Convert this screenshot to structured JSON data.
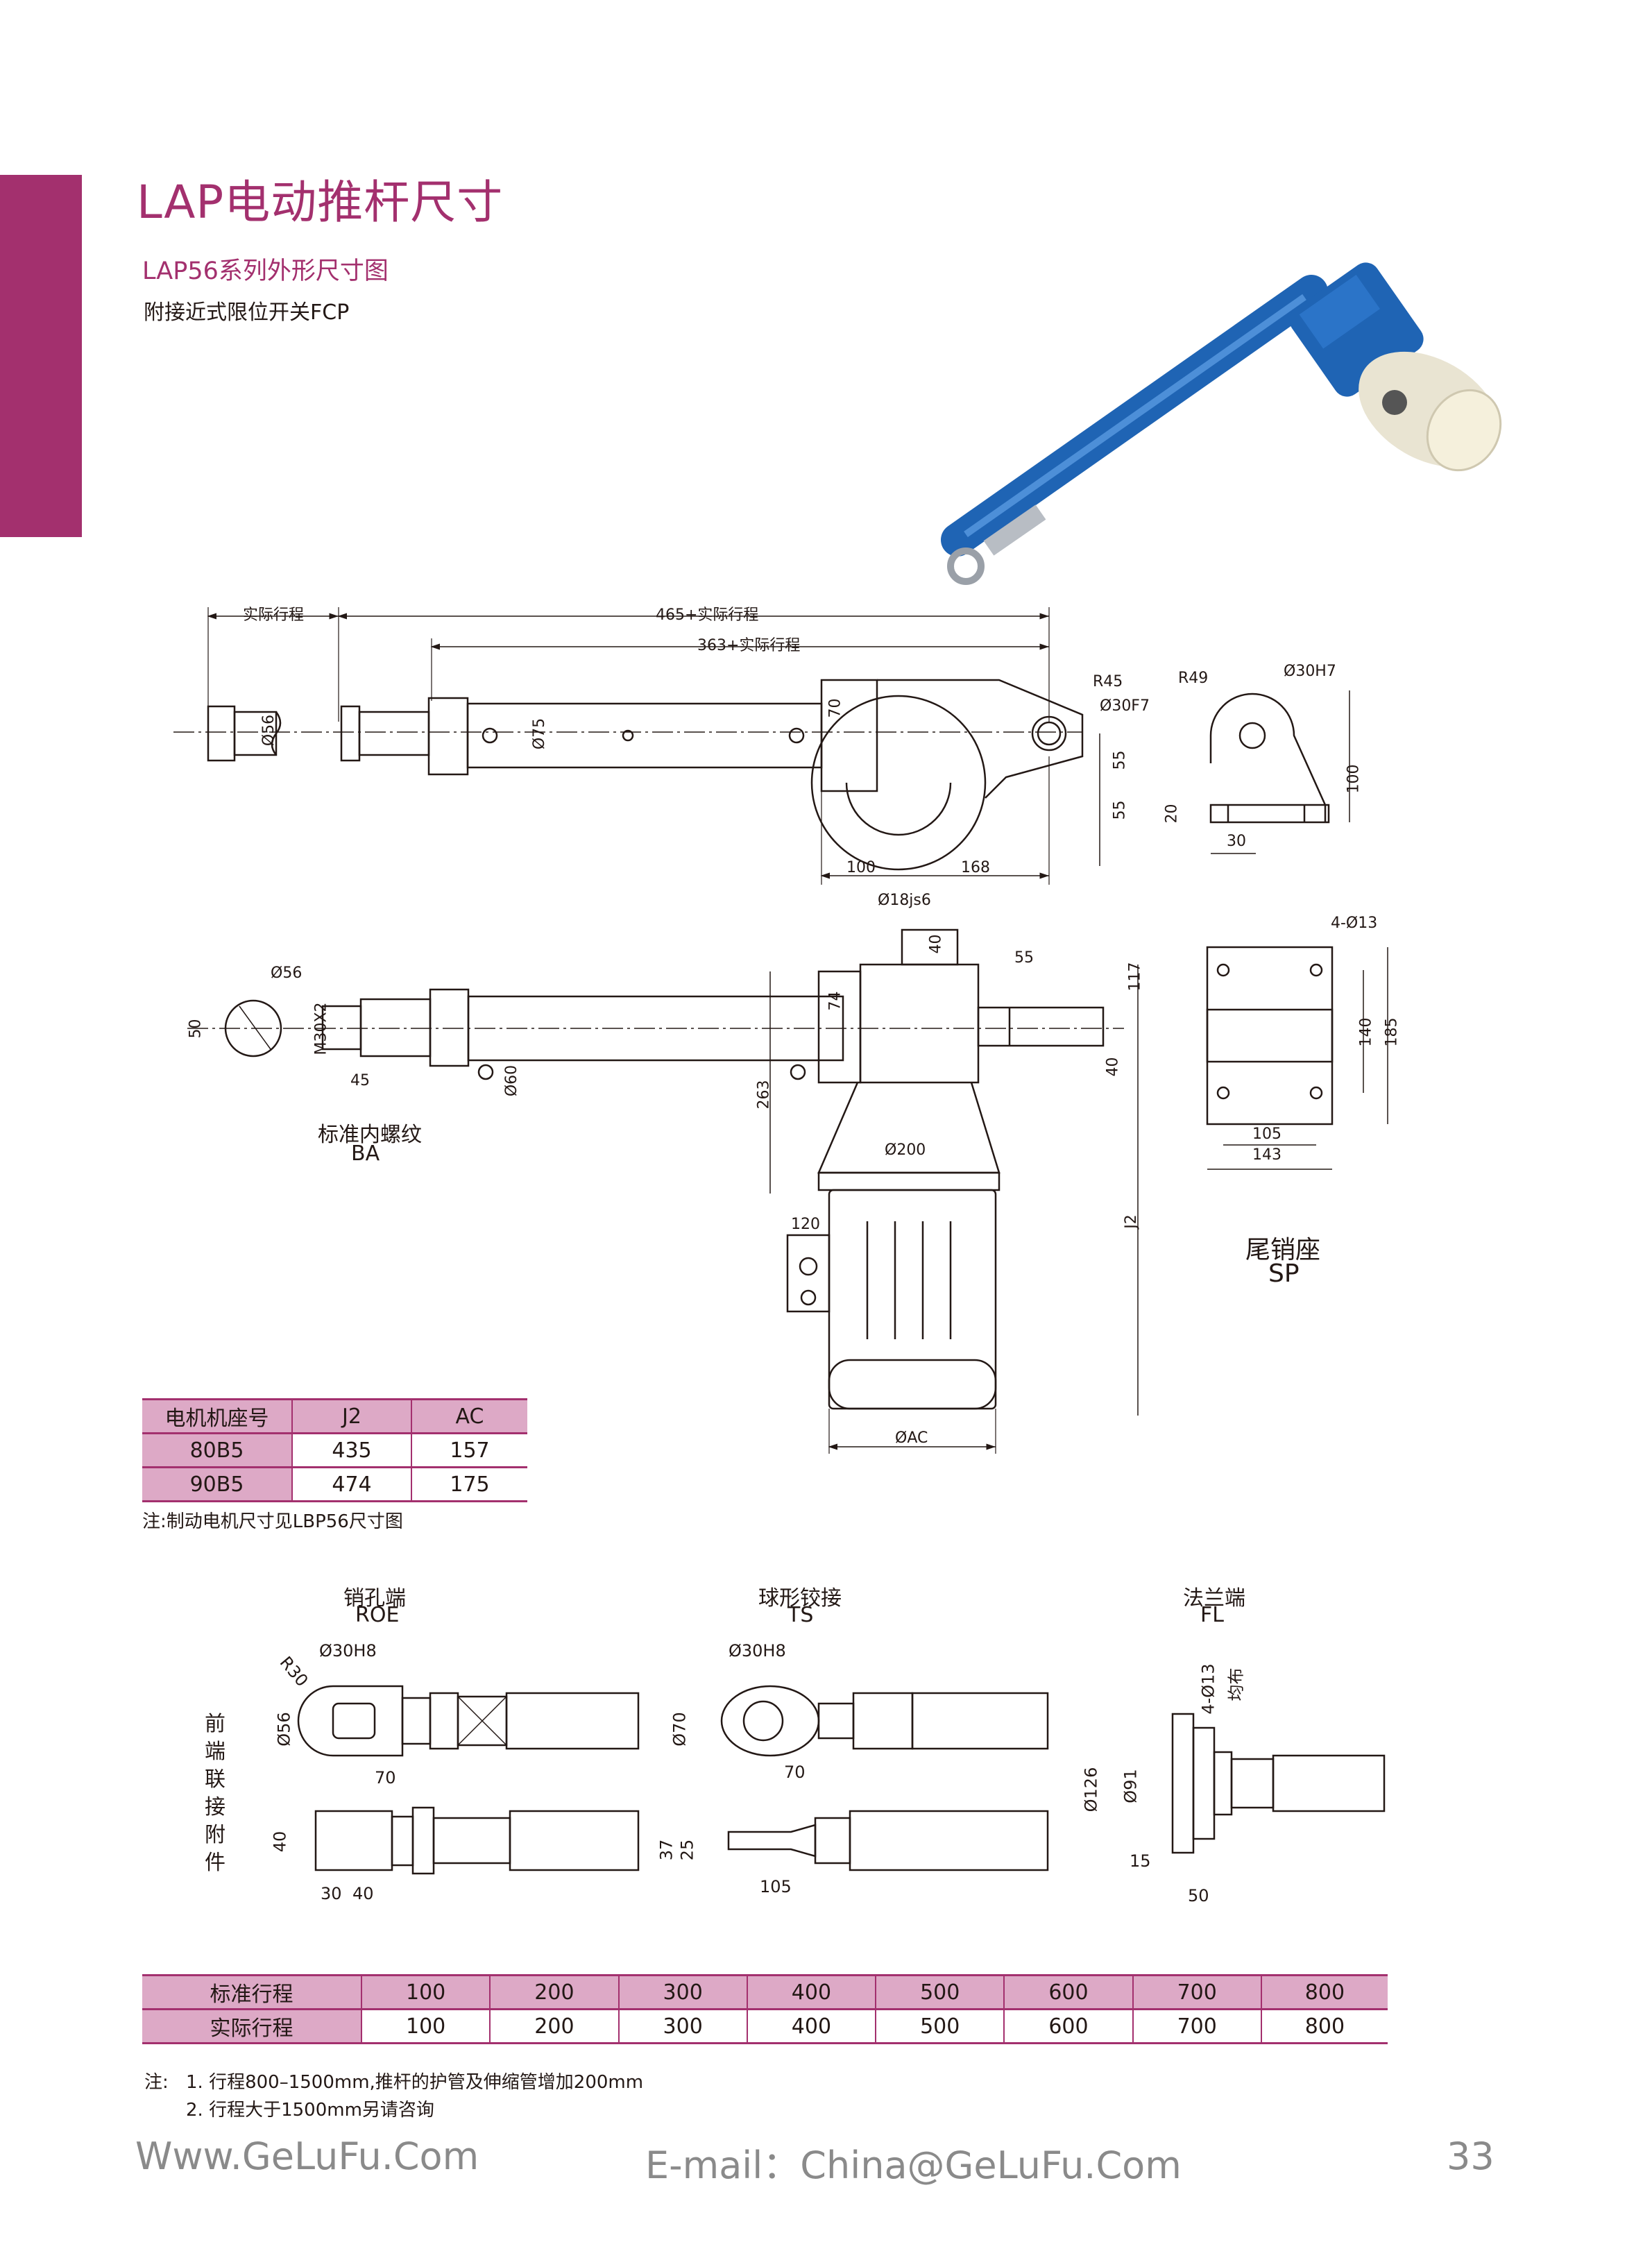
{
  "header": {
    "title": "LAP电动推杆尺寸",
    "subtitle": "LAP56系列外形尺寸图",
    "note": "附接近式限位开关FCP"
  },
  "drawing": {
    "side_view": {
      "dims": [
        "实际行程",
        "465+实际行程",
        "363+实际行程",
        "R45",
        "Ø30F7",
        "Ø56",
        "Ø75",
        "70",
        "55",
        "55",
        "100",
        "168"
      ]
    },
    "tail_bracket": {
      "dims": [
        "R49",
        "Ø30H7",
        "100",
        "20",
        "30"
      ]
    },
    "top_view": {
      "dims": [
        "Ø18js6",
        "40",
        "55",
        "117",
        "74",
        "Ø56",
        "50",
        "M30X2",
        "45",
        "Ø60",
        "263",
        "Ø200",
        "40",
        "J2",
        "120",
        "ØAC"
      ]
    },
    "sp_view": {
      "dims": [
        "4-Ø13",
        "140",
        "185",
        "105",
        "143"
      ]
    },
    "labels": {
      "ba_cn": "标准内螺纹",
      "ba_en": "BA",
      "sp_cn": "尾销座",
      "sp_en": "SP"
    }
  },
  "motor_table": {
    "headers": [
      "电机机座号",
      "J2",
      "AC"
    ],
    "rows": [
      [
        "80B5",
        "435",
        "157"
      ],
      [
        "90B5",
        "474",
        "175"
      ]
    ],
    "note": "注:制动电机尺寸见LBP56尺寸图"
  },
  "attachments": {
    "side_label": [
      "前",
      "端",
      "联",
      "接",
      "附",
      "件"
    ],
    "roe": {
      "cn": "销孔端",
      "en": "ROE",
      "dims": [
        "Ø30H8",
        "R30",
        "Ø56",
        "70",
        "40",
        "30",
        "40"
      ]
    },
    "ts": {
      "cn": "球形铰接",
      "en": "TS",
      "dims": [
        "Ø30H8",
        "Ø70",
        "70",
        "37",
        "25",
        "105"
      ]
    },
    "fl": {
      "cn": "法兰端",
      "en": "FL",
      "dims": [
        "4-Ø13",
        "均布",
        "Ø126",
        "Ø91",
        "15",
        "50"
      ]
    }
  },
  "stroke_table": {
    "row1_label": "标准行程",
    "row2_label": "实际行程",
    "row1": [
      "100",
      "200",
      "300",
      "400",
      "500",
      "600",
      "700",
      "800"
    ],
    "row2": [
      "100",
      "200",
      "300",
      "400",
      "500",
      "600",
      "700",
      "800"
    ]
  },
  "notes": {
    "prefix": "注:",
    "line1": "1. 行程800–1500mm,推杆的护管及伸缩管增加200mm",
    "line2": "2. 行程大于1500mm另请咨询"
  },
  "footer": {
    "website": "Www.GeLuFu.Com",
    "email": "E-mail：China@GeLuFu.Com",
    "page": "33"
  },
  "colors": {
    "accent": "#a3306e",
    "table_header": "#dda9c6",
    "product_blue": "#1f64b4",
    "line": "#231815"
  }
}
